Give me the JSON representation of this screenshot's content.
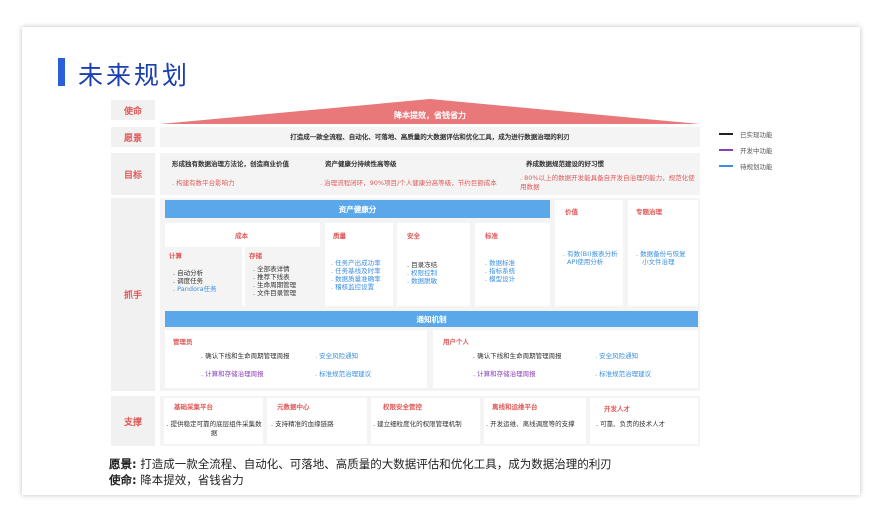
{
  "title": "未来规划",
  "labels": {
    "mission": "使命",
    "vision": "愿景",
    "goal": "目标",
    "grip": "抓手",
    "support": "支撑"
  },
  "mission_banner": "降本提效，省钱省力",
  "vision_text": "打造成一款全流程、自动化、可落地、高质量的大数据评估和优化工具，成为进行数据治理的利刃",
  "goals": [
    {
      "title": "形成独有数据治理方法论，创造商业价值",
      "bullet": "构建有数平台影响力"
    },
    {
      "title": "资产健康分持续性高等级",
      "bullet": "治理流程闭环，90%项目/个人健康分高等级，节约巨额成本"
    },
    {
      "title": "养成数据规范建设的好习惯",
      "bullet": "80%以上的数据开发能具备自开发自治理的能力，规范化使用数据"
    }
  ],
  "asset_health": "资产健康分",
  "cost": {
    "title": "成本",
    "compute_title": "计算",
    "compute_items": [
      "自动分析",
      "调度任务",
      "Pandora任务"
    ],
    "storage_title": "存储",
    "storage_items": [
      "全部表详情",
      "推荐下线表",
      "生命周期管理",
      "文件目录管理"
    ]
  },
  "quality": {
    "title": "质量",
    "items": [
      "任务产出成功率",
      "任务基线及时率",
      "数据质量准确率",
      "稽核监控设置"
    ]
  },
  "security": {
    "title": "安全",
    "items": [
      "目录冻结",
      "权限控制",
      "数据脱敏"
    ]
  },
  "standard": {
    "title": "标准",
    "items": [
      "数据标准",
      "指标系统",
      "模型设计"
    ]
  },
  "value": {
    "title": "价值",
    "items": [
      "有数(BI)报表分析",
      "API使用分析"
    ]
  },
  "topic": {
    "title": "专题治理",
    "items": [
      "数据备份与恢复",
      "小文件治理"
    ]
  },
  "notify": {
    "title": "通知机制",
    "admin": {
      "title": "管理员",
      "row1_left": "确认下线和生命周期管理周报",
      "row1_right": "安全风险通知",
      "row2_left": "计算和存储治理周报",
      "row2_right": "标准规范治理建议"
    },
    "user": {
      "title": "用户个人",
      "row1_left": "确认下线和生命周期管理周报",
      "row1_right": "安全风险通知",
      "row2_left": "计算和存储治理周报",
      "row2_right": "标准规范治理建议"
    }
  },
  "support": [
    {
      "title": "基础采集平台",
      "desc": "提供稳定可靠的底层组件采集数据"
    },
    {
      "title": "元数据中心",
      "desc": "支持精准的血缘链路"
    },
    {
      "title": "权限安全管控",
      "desc": "建立细粒度化的权限管理机制"
    },
    {
      "title": "离线和运维平台",
      "desc": "开发运维、离线调度等的支撑"
    },
    {
      "title": "开发人才",
      "desc": "可靠、负责的技术人才"
    }
  ],
  "legend": [
    {
      "label": "已实现功能",
      "color": "#222222"
    },
    {
      "label": "开发中功能",
      "color": "#8a3fb8"
    },
    {
      "label": "待规划功能",
      "color": "#3a8fe0"
    }
  ],
  "footer": {
    "vision_label": "愿景:",
    "vision_text": "打造成一款全流程、自动化、可落地、高质量的大数据评估和优化工具，成为数据治理的利刃",
    "mission_label": "使命:",
    "mission_text": "降本提效，省钱省力"
  },
  "colors": {
    "accent_red": "#e05a5a",
    "accent_blue": "#5aa8ea",
    "title_blue": "#1a3fae"
  }
}
